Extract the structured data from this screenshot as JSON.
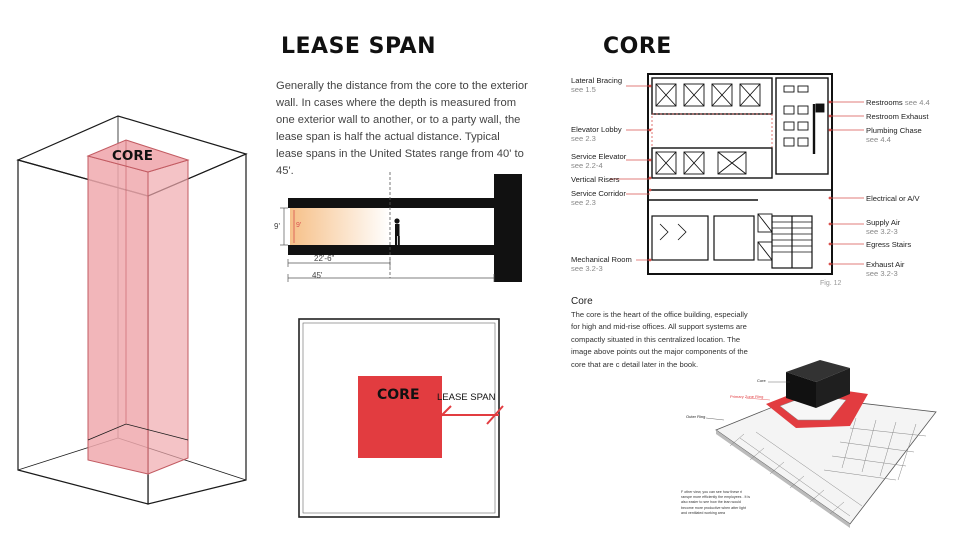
{
  "headings": {
    "lease_span": "LEASE SPAN",
    "core": "CORE"
  },
  "lease_span_description": "Generally the distance from the core to the exterior wall. In cases where the depth is measured from one exterior wall to another, or to a party wall, the lease span is half the actual distance. Typical lease spans in the United States range from 40' to 45'.",
  "section_labels": {
    "height_left": "9'",
    "height_inner": "9'",
    "dim_short": "22'-6\"",
    "dim_long": "45'"
  },
  "tower_label": "CORE",
  "plan_labels": {
    "core": "CORE",
    "lease_span": "LEASE SPAN"
  },
  "floor_plan": {
    "left_callouts": [
      {
        "label": "Lateral Bracing",
        "ref": "see 1.5"
      },
      {
        "label": "Elevator Lobby",
        "ref": "see 2.3"
      },
      {
        "label": "Service Elevator",
        "ref": "see 2.2-4"
      },
      {
        "label": "Vertical Risers",
        "ref": ""
      },
      {
        "label": "Service Corridor",
        "ref": "see 2.3"
      },
      {
        "label": "Mechanical Room",
        "ref": "see 3.2-3"
      }
    ],
    "right_callouts": [
      {
        "label": "Restrooms",
        "ref": "see 4.4"
      },
      {
        "label": "Restroom Exhaust",
        "ref": ""
      },
      {
        "label": "Plumbing Chase",
        "ref": "see 4.4"
      },
      {
        "label": "Electrical or A/V",
        "ref": ""
      },
      {
        "label": "Supply Air",
        "ref": "see 3.2-3"
      },
      {
        "label": "Egress Stairs",
        "ref": ""
      },
      {
        "label": "Exhaust Air",
        "ref": "see 3.2-3"
      }
    ],
    "figure_label": "Fig. 12"
  },
  "core_text": {
    "title": "Core",
    "body": "The core is the heart of the office building, especially for high and mid-rise offices. All support systems are compactly situated in this centralized location. The image above points out the major components of the core that are c detail later in the book."
  },
  "axon_labels": {
    "core": "Core",
    "primary": "Primary Zone Ring",
    "outer": "Outer Ring"
  },
  "axon_note": "F other view, you can see how these ri ranspe more efficiently the employees . It is also easier to see how the lean would become more productive when atter light and ventilated working area",
  "colors": {
    "core_red": "#e23c40",
    "tower_pink": "#f0a9ae",
    "warm_gradient": "#f6c088"
  }
}
